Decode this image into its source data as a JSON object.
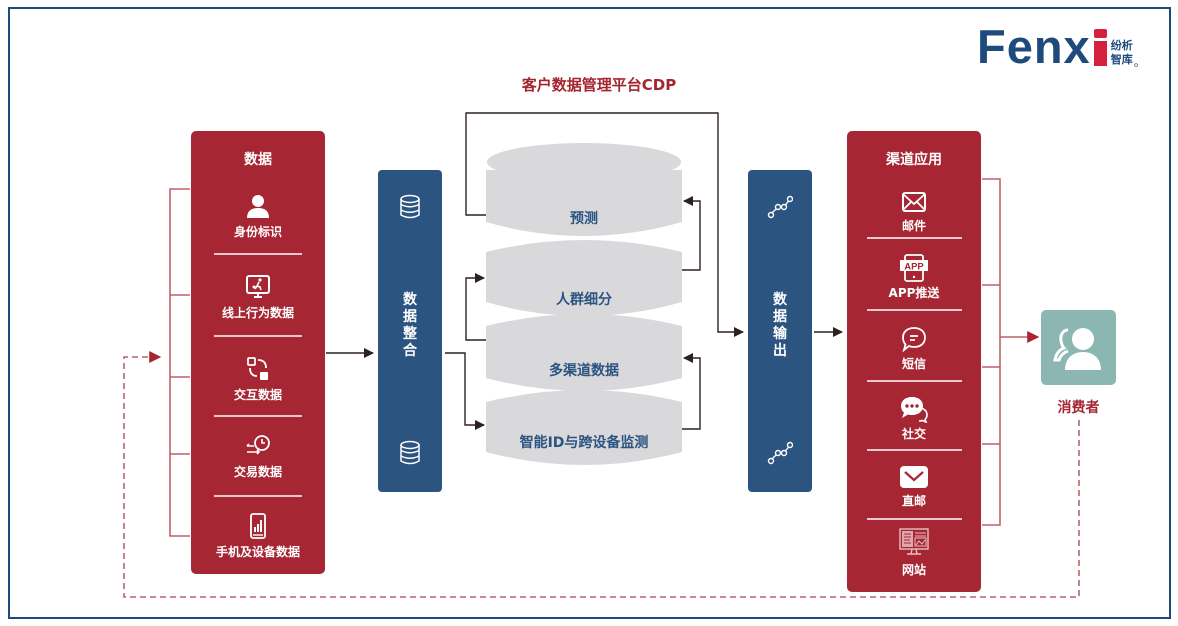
{
  "logo": {
    "brand": "Fenx",
    "brand_i": "i",
    "cn_line1": "纷析",
    "cn_line2": "智库",
    "suffix": "。"
  },
  "title": "客户数据管理平台CDP",
  "data_sources": {
    "title": "数据",
    "items": [
      {
        "label": "身份标识",
        "icon": "user-icon"
      },
      {
        "label": "线上行为数据",
        "icon": "monitor-activity-icon"
      },
      {
        "label": "交互数据",
        "icon": "interaction-cycle-icon"
      },
      {
        "label": "交易数据",
        "icon": "transaction-clock-icon"
      },
      {
        "label": "手机及设备数据",
        "icon": "mobile-chart-icon"
      }
    ]
  },
  "integration": {
    "label_chars": [
      "数",
      "据",
      "整",
      "合"
    ],
    "icon": "database-icon"
  },
  "cdp_layers": [
    {
      "label": "预测"
    },
    {
      "label": "人群细分"
    },
    {
      "label": "多渠道数据"
    },
    {
      "label": "智能ID与跨设备监测"
    }
  ],
  "output": {
    "label_chars": [
      "数",
      "据",
      "输",
      "出"
    ],
    "icon": "connection-nodes-icon"
  },
  "channels": {
    "title": "渠道应用",
    "items": [
      {
        "label": "邮件",
        "icon": "mail-outline-icon"
      },
      {
        "label": "APP推送",
        "icon": "app-tablet-icon"
      },
      {
        "label": "短信",
        "icon": "sms-bubble-icon"
      },
      {
        "label": "社交",
        "icon": "social-chat-icon"
      },
      {
        "label": "直邮",
        "icon": "direct-mail-icon"
      },
      {
        "label": "网站",
        "icon": "website-monitor-icon"
      }
    ]
  },
  "consumer": {
    "label": "消费者",
    "icon": "consumer-users-icon"
  },
  "colors": {
    "red": "#a62633",
    "blue": "#2b5480",
    "teal": "#8bb6b1",
    "cylinder": "#d9d9db",
    "brand_blue": "#1f4a7c",
    "brand_red": "#d4213d"
  }
}
